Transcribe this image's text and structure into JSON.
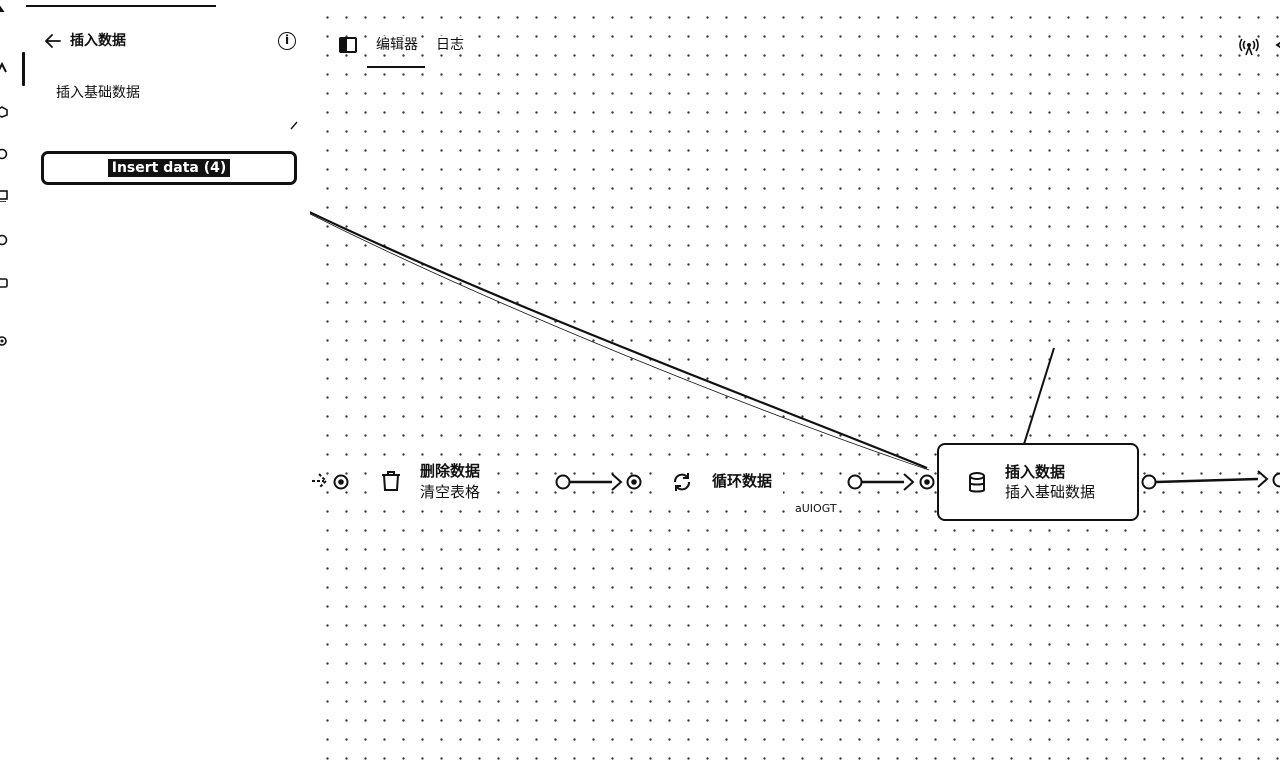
{
  "panel": {
    "title": "插入数据",
    "description": "插入基础数据",
    "insert_button_label": "Insert data (4)"
  },
  "toolbar": {
    "tabs": [
      {
        "label": "编辑器",
        "active": true
      },
      {
        "label": "日志",
        "active": false
      }
    ]
  },
  "nodes": {
    "delete": {
      "title": "删除数据",
      "subtitle": "清空表格",
      "icon": "trash-icon"
    },
    "loop": {
      "title": "循环数据",
      "id_label": "aUIOGT",
      "icon": "refresh-icon"
    },
    "insert": {
      "title": "插入数据",
      "subtitle": "插入基础数据",
      "icon": "database-icon"
    }
  },
  "colors": {
    "foreground": "#111111",
    "background": "#ffffff",
    "grid_dot": "#3a3a3a"
  }
}
